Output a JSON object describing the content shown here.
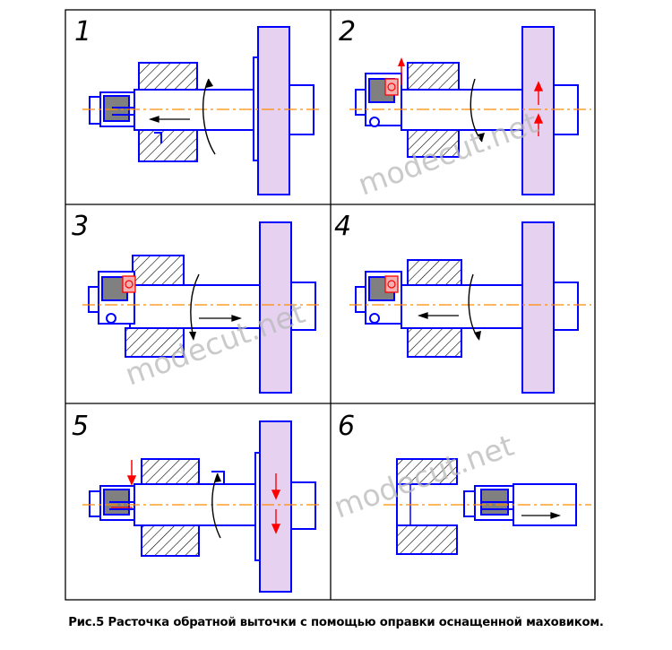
{
  "panels": [
    {
      "number": "1"
    },
    {
      "number": "2"
    },
    {
      "number": "3"
    },
    {
      "number": "4"
    },
    {
      "number": "5"
    },
    {
      "number": "6"
    }
  ],
  "watermark": "modecut.net",
  "caption": "Рис.5 Расточка обратной выточки с помощью оправки оснащенной маховиком.",
  "colors": {
    "outline": "#0000ff",
    "flywheel_fill": "#e6d2f0",
    "tool_fill": "#808080",
    "axis": "#ff8c00",
    "arrow": "#000000",
    "marker": "#ff0000",
    "frame": "#000000"
  }
}
